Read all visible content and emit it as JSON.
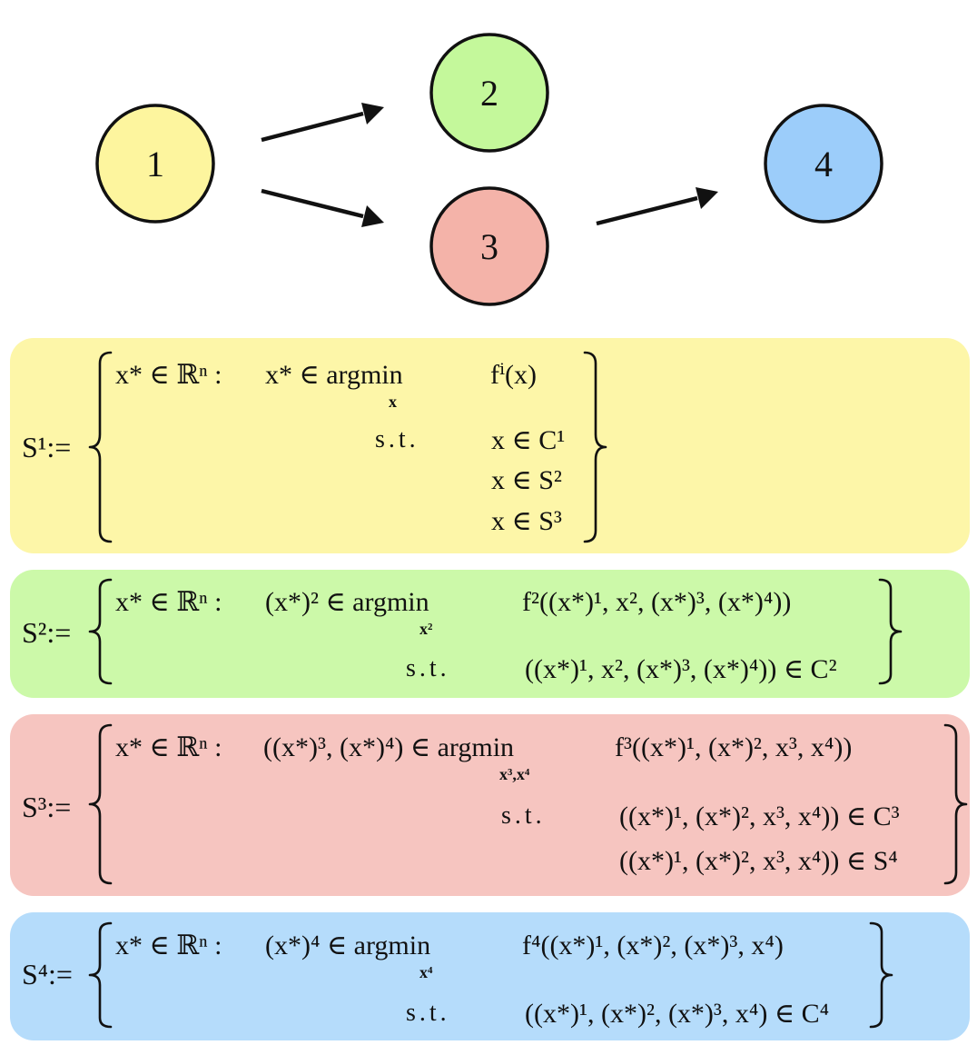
{
  "graph": {
    "nodes": [
      {
        "id": "1",
        "label": "1",
        "color": "#fdf59e"
      },
      {
        "id": "2",
        "label": "2",
        "color": "#c4f89b"
      },
      {
        "id": "3",
        "label": "3",
        "color": "#f4b3a9"
      },
      {
        "id": "4",
        "label": "4",
        "color": "#9ccdfa"
      }
    ],
    "edges": [
      {
        "from": "1",
        "to": "2"
      },
      {
        "from": "1",
        "to": "3"
      },
      {
        "from": "3",
        "to": "4"
      }
    ]
  },
  "colors": {
    "panel_1": "#fdf6a8",
    "panel_2": "#ccf9a9",
    "panel_3": "#f6c5c0",
    "panel_4": "#b5dcfb",
    "stroke": "#111111"
  },
  "sets": {
    "s1": {
      "lhs": "S¹:=",
      "domain": "x* ∈ ℝⁿ :",
      "argmin": "x* ∈ argmin",
      "argmin_var": "x",
      "objective": "fⁱ(x)",
      "st": "s.t.",
      "constraints": [
        "x ∈ C¹",
        "x ∈ S²",
        "x ∈ S³"
      ]
    },
    "s2": {
      "lhs": "S²:=",
      "domain": "x* ∈ ℝⁿ :",
      "argmin": "(x*)² ∈ argmin",
      "argmin_var": "x²",
      "objective": "f²((x*)¹, x², (x*)³, (x*)⁴))",
      "st": "s.t.",
      "constraints": [
        "((x*)¹, x², (x*)³, (x*)⁴)) ∈ C²"
      ]
    },
    "s3": {
      "lhs": "S³:=",
      "domain": "x* ∈ ℝⁿ :",
      "argmin": "((x*)³, (x*)⁴) ∈ argmin",
      "argmin_var": "x³,x⁴",
      "objective": "f³((x*)¹, (x*)², x³, x⁴))",
      "st": "s.t.",
      "constraints": [
        "((x*)¹, (x*)², x³, x⁴)) ∈ C³",
        "((x*)¹, (x*)², x³, x⁴)) ∈ S⁴"
      ]
    },
    "s4": {
      "lhs": "S⁴:=",
      "domain": "x* ∈ ℝⁿ :",
      "argmin": "(x*)⁴ ∈ argmin",
      "argmin_var": "x⁴",
      "objective": "f⁴((x*)¹, (x*)², (x*)³, x⁴)",
      "st": "s.t.",
      "constraints": [
        "((x*)¹, (x*)², (x*)³, x⁴) ∈ C⁴"
      ]
    }
  }
}
